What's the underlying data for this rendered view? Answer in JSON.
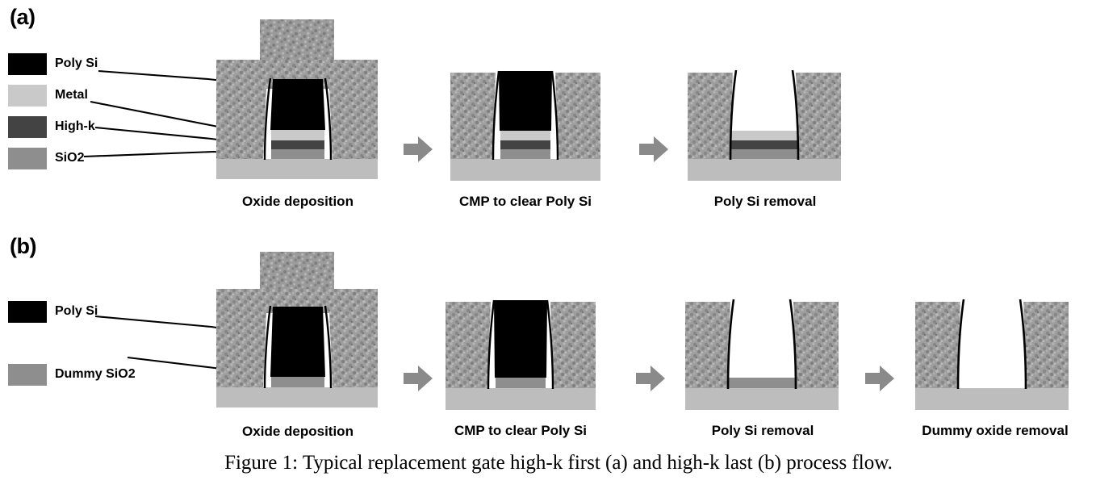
{
  "figure": {
    "caption": "Figure 1: Typical replacement gate high-k first (a) and high-k last (b) process flow."
  },
  "colors": {
    "poly_si": "#000000",
    "metal": "#c9c9c9",
    "high_k": "#434343",
    "sio2": "#8e8e8e",
    "dummy_sio2": "#8e8e8e",
    "substrate": "#bdbdbd",
    "oxide_fill": "#9a9a9a",
    "arrow": "#8a8a8a",
    "outline": "#000000",
    "background": "#ffffff"
  },
  "panels": [
    {
      "id": "a",
      "letter": "(a)",
      "legend": [
        {
          "label": "Poly Si",
          "color_key": "poly_si"
        },
        {
          "label": "Metal",
          "color_key": "metal"
        },
        {
          "label": "High-k",
          "color_key": "high_k"
        },
        {
          "label": "SiO2",
          "color_key": "sio2"
        }
      ],
      "steps": [
        {
          "caption": "Oxide deposition"
        },
        {
          "caption": "CMP to clear Poly Si"
        },
        {
          "caption": "Poly Si removal"
        }
      ]
    },
    {
      "id": "b",
      "letter": "(b)",
      "legend": [
        {
          "label": "Poly Si",
          "color_key": "poly_si"
        },
        {
          "label": "Dummy SiO2",
          "color_key": "dummy_sio2"
        }
      ],
      "steps": [
        {
          "caption": "Oxide deposition"
        },
        {
          "caption": "CMP to clear Poly Si"
        },
        {
          "caption": "Poly Si removal"
        },
        {
          "caption": "Dummy oxide removal"
        }
      ]
    }
  ]
}
